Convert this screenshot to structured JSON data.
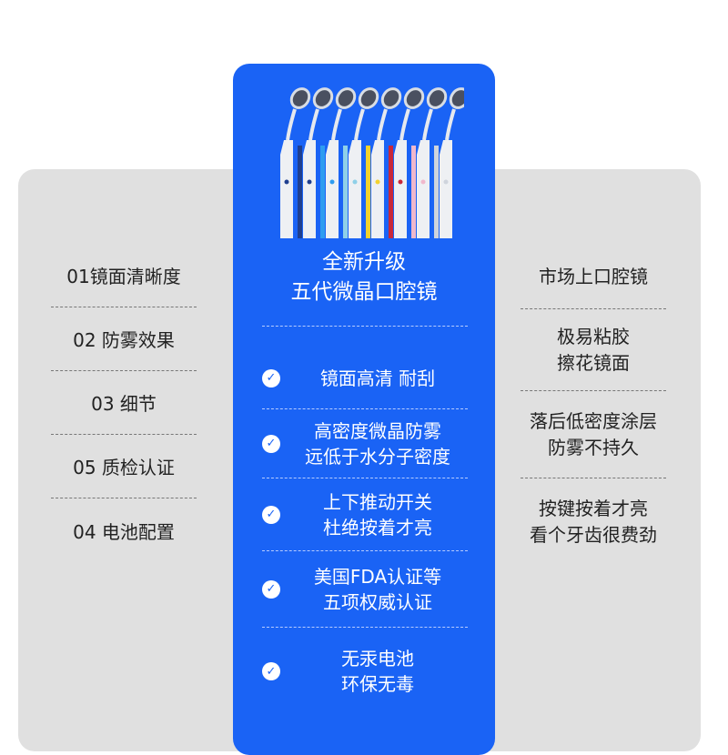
{
  "colors": {
    "accent": "#1a63f5",
    "panel_gray": "#e0e0e0",
    "handle_stripes": [
      "#1f3f8f",
      "#2e9cf0",
      "#8fd0e8",
      "#f2d22e",
      "#c8283a",
      "#f0b8cc",
      "#cfd4dc"
    ]
  },
  "hero": {
    "title": "全新升级\n五代微晶口腔镜"
  },
  "left_items": [
    {
      "label": "01镜面清晰度"
    },
    {
      "label": "02 防雾效果"
    },
    {
      "label": "03 细节"
    },
    {
      "label": "05 质检认证"
    },
    {
      "label": "04 电池配置"
    }
  ],
  "features": [
    {
      "text": "镜面高清 耐刮",
      "icon": "check-circle-icon"
    },
    {
      "text": "高密度微晶防雾\n远低于水分子密度",
      "icon": "check-circle-icon"
    },
    {
      "text": "上下推动开关\n杜绝按着才亮",
      "icon": "check-circle-icon"
    },
    {
      "text": "美国FDA认证等\n五项权威认证",
      "icon": "check-circle-icon"
    },
    {
      "text": "无汞电池\n环保无毒",
      "icon": "check-circle-icon"
    }
  ],
  "right_items": [
    {
      "label": "市场上口腔镜"
    },
    {
      "label": "极易粘胶\n擦花镜面"
    },
    {
      "label": "落后低密度涂层\n防雾不持久"
    },
    {
      "label": "按键按着才亮\n看个牙齿很费劲"
    }
  ]
}
